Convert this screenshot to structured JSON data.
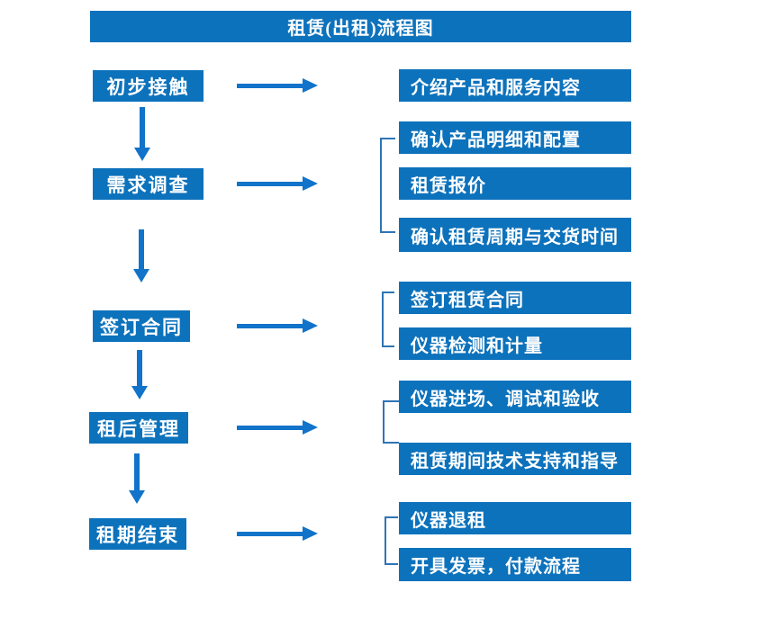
{
  "title": "租赁(出租)流程图",
  "colors": {
    "box": "#0d72bc",
    "arrow": "#1173c9",
    "bracket": "#2e74b5",
    "text": "#ffffff"
  },
  "steps": [
    {
      "label": "初步接触",
      "children": [
        "介绍产品和服务内容"
      ]
    },
    {
      "label": "需求调查",
      "children": [
        "确认产品明细和配置",
        "租赁报价",
        "确认租赁周期与交货时间"
      ]
    },
    {
      "label": "签订合同",
      "children": [
        "签订租赁合同",
        "仪器检测和计量"
      ]
    },
    {
      "label": "租后管理",
      "children": [
        "仪器进场、调试和验收",
        "租赁期间技术支持和指导"
      ]
    },
    {
      "label": "租期结束",
      "children": [
        "仪器退租",
        "开具发票，付款流程"
      ]
    }
  ]
}
